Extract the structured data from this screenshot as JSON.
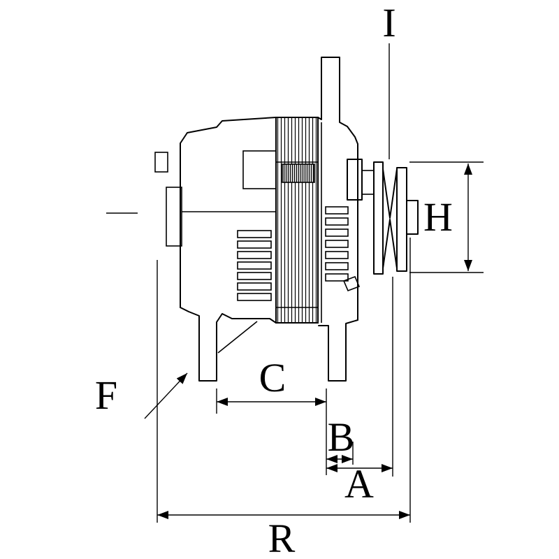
{
  "labels": {
    "I": "I",
    "H": "H",
    "F": "F",
    "C": "C",
    "B": "B",
    "A": "A",
    "R": "R"
  },
  "colors": {
    "line": "#000000",
    "background": "#ffffff"
  }
}
